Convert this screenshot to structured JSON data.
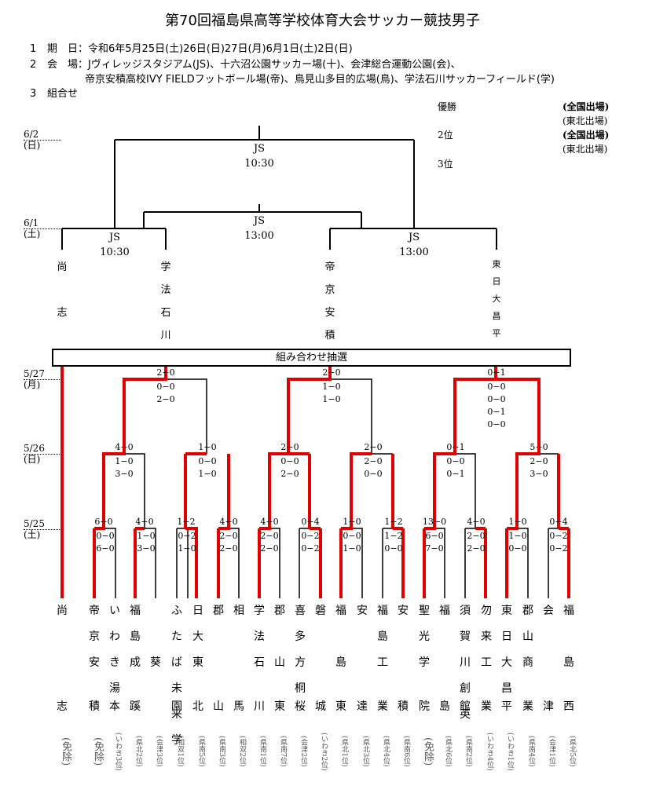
{
  "title": "第70回福島県高等学校体育大会サッカー競技男子",
  "info": {
    "item1_num": "1",
    "item1": "期　日：令和6年5月25日(土)26日(日)27日(月)6月1日(土)2日(日)",
    "item2_num": "2",
    "item2": "会　場：Jヴィレッジスタジアム(JS)、十六沼公園サッカー場(十)、会津総合運動公園(会)、",
    "item2b": "帝京安積高校IVY FIELDフットボール場(帝)、鳥見山多目的広場(鳥)、学法石川サッカーフィールド(学)",
    "item3_num": "3",
    "item3": "組合せ"
  },
  "results": {
    "win_label": "優勝",
    "second_label": "2位",
    "third_label": "3位",
    "win_note": "(全国出場)",
    "win_note2": "(東北出場)",
    "second_note": "(全国出場)",
    "second_note2": "(東北出場)"
  },
  "dates": {
    "d62": "6/2",
    "d62_day": "(日)",
    "d61": "6/1",
    "d61_day": "(土)",
    "d527": "5/27",
    "d527_day": "(月)",
    "d526": "5/26",
    "d526_day": "(日)",
    "d525": "5/25",
    "d525_day": "(土)"
  },
  "venues": {
    "final_venue": "JS",
    "final_time": "10:30",
    "sf_left_venue": "JS",
    "sf_left_time": "10:30",
    "third_venue": "JS",
    "third_time": "13:00",
    "sf_right_venue": "JS",
    "sf_right_time": "13:00"
  },
  "semifinalists": {
    "t1": [
      "尚",
      "",
      "志"
    ],
    "t2": [
      "学",
      "法",
      "石",
      "川"
    ],
    "t3": [
      "帝",
      "京",
      "安",
      "積"
    ],
    "t4": [
      "東",
      "日",
      "大",
      "昌",
      "平"
    ]
  },
  "draw_label": "組み合わせ抽選",
  "scores": {
    "r3a": "2−0",
    "r3a_pk": "0−0\n2−0",
    "r3b": "2−0",
    "r3b_pk": "1−0\n1−0",
    "r3c": "0−1",
    "r3c_pk": "0−0\n0−0\n0−1\n0−0",
    "r2a": "4−0",
    "r2a_pk": "1−0\n3−0",
    "r2b": "1−0",
    "r2b_pk": "0−0\n1−0",
    "r2c": "2−0",
    "r2c_pk": "0−0\n2−0",
    "r2d": "2−0",
    "r2d_pk": "2−0\n0−0",
    "r2e": "0−1",
    "r2e_pk": "0−0\n0−1",
    "r2f": "5−0",
    "r2f_pk": "2−0\n3−0",
    "r1a": "6−0",
    "r1a_pk": "0−0\n6−0",
    "r1b": "4−0",
    "r1b_pk": "1−0\n3−0",
    "r1c": "1−2",
    "r1c_pk": "0−2\n1−0",
    "r1d": "4−0",
    "r1d_pk": "2−0\n2−0",
    "r1e": "4−0",
    "r1e_pk": "2−0\n2−0",
    "r1f": "0−4",
    "r1f_pk": "0−2\n0−2",
    "r1g": "1−0",
    "r1g_pk": "0−0\n1−0",
    "r1h": "1−2",
    "r1h_pk": "1−2\n0−0",
    "r1i": "13−0",
    "r1i_pk": "6−0\n7−0",
    "r1j": "4−0",
    "r1j_pk": "2−0\n2−0",
    "r1k": "1−0",
    "r1k_pk": "1−0\n0−0",
    "r1l": "0−4",
    "r1l_pk": "0−2\n0−2"
  },
  "teams": [
    {
      "top": [
        "尚"
      ],
      "last": "志",
      "note": "(免除)"
    },
    {
      "top": [
        "帝",
        "京",
        "安"
      ],
      "last": "積",
      "note": "(免除)"
    },
    {
      "top": [
        "い",
        "わ",
        "き",
        "湯"
      ],
      "last": "本",
      "note": "(いわき3位)"
    },
    {
      "top": [
        "福",
        "島",
        "成"
      ],
      "last": "蹊",
      "note": "(県北2位)"
    },
    {
      "top": [
        "",
        "",
        "葵"
      ],
      "last": "",
      "note": "(会津3位)"
    },
    {
      "top": [
        "ふ",
        "た",
        "ば",
        "未",
        "来",
        "学"
      ],
      "last": "園",
      "note": "(相双1位)"
    },
    {
      "top": [
        "日",
        "大",
        "東"
      ],
      "last": "北",
      "note": "(県南5位)"
    },
    {
      "top": [
        "郡"
      ],
      "last": "山",
      "note": "(県南3位)"
    },
    {
      "top": [
        "相"
      ],
      "last": "馬",
      "note": "(相双2位)"
    },
    {
      "top": [
        "学",
        "法",
        "石"
      ],
      "last": "川",
      "note": "(県南1位)"
    },
    {
      "top": [
        "郡",
        "",
        "山"
      ],
      "last": "東",
      "note": "(県南7位)"
    },
    {
      "top": [
        "喜",
        "多",
        "方",
        "桐"
      ],
      "last": "桜",
      "note": "(会津2位)"
    },
    {
      "top": [
        "磐"
      ],
      "last": "城",
      "note": "(いわき2位)"
    },
    {
      "top": [
        "福",
        "",
        "島"
      ],
      "last": "東",
      "note": "(県北1位)"
    },
    {
      "top": [
        "安"
      ],
      "last": "達",
      "note": "(県北3位)"
    },
    {
      "top": [
        "福",
        "島",
        "工"
      ],
      "last": "業",
      "note": "(県北4位)"
    },
    {
      "top": [
        "安"
      ],
      "last": "積",
      "note": "(県南6位)"
    },
    {
      "top": [
        "聖",
        "光",
        "学"
      ],
      "last": "院",
      "note": "(免除)"
    },
    {
      "top": [
        "福"
      ],
      "last": "島",
      "note": "(県北6位)"
    },
    {
      "top": [
        "須",
        "賀",
        "川",
        "創",
        "英"
      ],
      "last": "館",
      "note": "(県南2位)"
    },
    {
      "top": [
        "勿",
        "来",
        "工"
      ],
      "last": "業",
      "note": "(いわき4位)"
    },
    {
      "top": [
        "東",
        "日",
        "大",
        "昌"
      ],
      "last": "平",
      "note": "(いわき1位)"
    },
    {
      "top": [
        "郡",
        "山",
        "商"
      ],
      "last": "業",
      "note": "(県南4位)"
    },
    {
      "top": [
        "会"
      ],
      "last": "津",
      "note": "(会津1位)"
    },
    {
      "top": [
        "福",
        "",
        "島"
      ],
      "last": "西",
      "note": "(県北5位)"
    }
  ]
}
